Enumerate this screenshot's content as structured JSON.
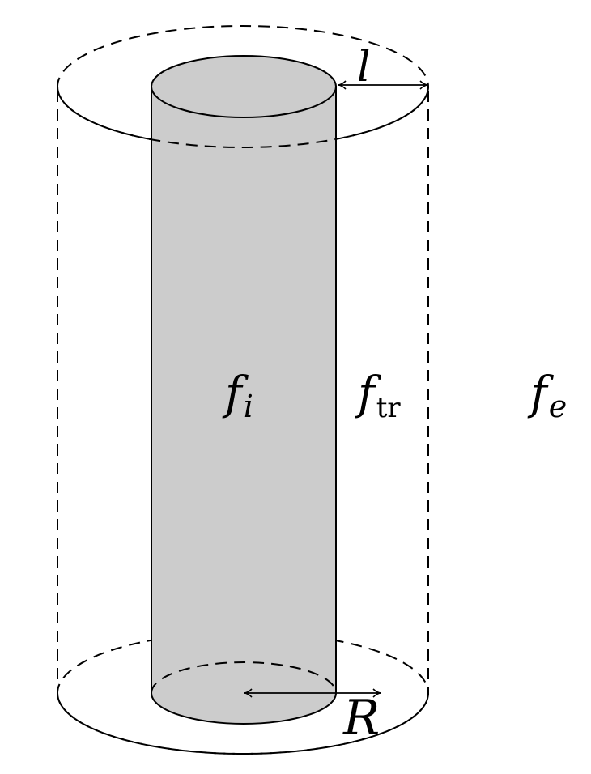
{
  "colors": {
    "cylinder_fill": "#cccccc",
    "stroke": "#000000",
    "background": "#ffffff"
  },
  "labels": {
    "inner_region": {
      "base": "f",
      "sub": "i"
    },
    "transition_region": {
      "base": "f",
      "sub": "tr"
    },
    "exterior_region": {
      "base": "f",
      "sub": "e"
    },
    "transition_width": "l",
    "radius": "R"
  }
}
